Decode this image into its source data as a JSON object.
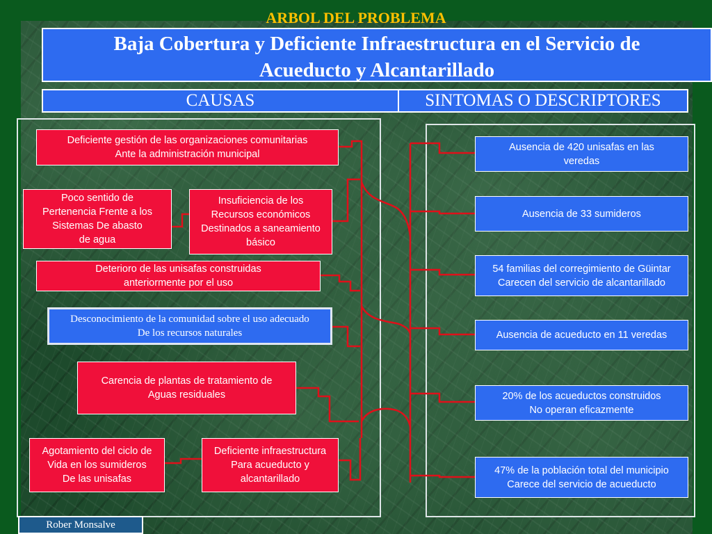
{
  "header": {
    "top_title": "ARBOL DEL PROBLEMA",
    "main_title_line1": "Baja Cobertura y Deficiente Infraestructura en el Servicio de",
    "main_title_line2": "Acueducto y Alcantarillado",
    "causas_label": "CAUSAS",
    "sintomas_label": "SINTOMAS O DESCRIPTORES"
  },
  "causes": [
    {
      "line1": "Deficiente gestión de las organizaciones comunitarias",
      "line2": "Ante la administración municipal"
    },
    {
      "line1": "Poco sentido de",
      "line2": "Pertenencia Frente a los",
      "line3": "Sistemas De abasto",
      "line4": "de agua"
    },
    {
      "line1": "Insuficiencia de los",
      "line2": "Recursos económicos",
      "line3": "Destinados a saneamiento",
      "line4": "básico"
    },
    {
      "line1": "Deterioro de las unisafas construidas",
      "line2": "anteriormente por el uso"
    },
    {
      "line1": "Desconocimiento de la comunidad sobre el uso adecuado",
      "line2": "De los recursos naturales"
    },
    {
      "line1": "Carencia de plantas de tratamiento de",
      "line2": "Aguas residuales"
    },
    {
      "line1": "Agotamiento del ciclo de",
      "line2": "Vida en los sumideros",
      "line3": "De las unisafas"
    },
    {
      "line1": "Deficiente infraestructura",
      "line2": "Para acueducto y",
      "line3": "alcantarillado"
    }
  ],
  "symptoms": [
    {
      "line1": "Ausencia de 420 unisafas en las",
      "line2": "veredas"
    },
    {
      "line1": "Ausencia de 33 sumideros"
    },
    {
      "line1": "54 familias del corregimiento de Güintar",
      "line2": "Carecen del servicio de alcantarillado"
    },
    {
      "line1": "Ausencia de acueducto en 11 veredas"
    },
    {
      "line1": "20% de los acueductos construidos",
      "line2": "No operan eficazmente"
    },
    {
      "line1": "47% de la población total del municipio",
      "line2": "Carece del servicio de acueducto"
    }
  ],
  "footer": {
    "author": "Rober Monsalve"
  },
  "colors": {
    "background_green": "#0a5a1e",
    "title_gold": "#ffc000",
    "box_blue": "#2e6bf0",
    "box_red": "#f0103a",
    "connector_red": "#e0101a"
  }
}
